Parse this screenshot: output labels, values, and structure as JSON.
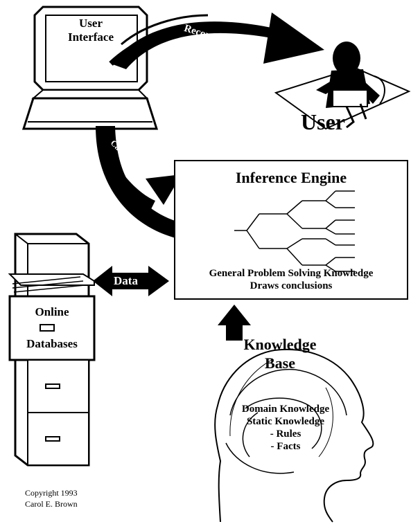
{
  "user_interface": {
    "line1": "User",
    "line2": "Interface"
  },
  "arrows": {
    "recommendation": "Recommendation",
    "case_data": "Case Data",
    "data": "Data"
  },
  "user": {
    "label": "User"
  },
  "inference_engine": {
    "title": "Inference Engine",
    "line1": "General Problem Solving Knowledge",
    "line2": "Draws conclusions"
  },
  "databases": {
    "line1": "Online",
    "line2": "Databases"
  },
  "knowledge_base": {
    "title1": "Knowledge",
    "title2": "Base",
    "items": [
      "Domain Knowledge",
      "Static Knowledge",
      "- Rules",
      "- Facts"
    ]
  },
  "copyright": {
    "line1": "Copyright 1993",
    "line2": "Carol E. Brown"
  }
}
